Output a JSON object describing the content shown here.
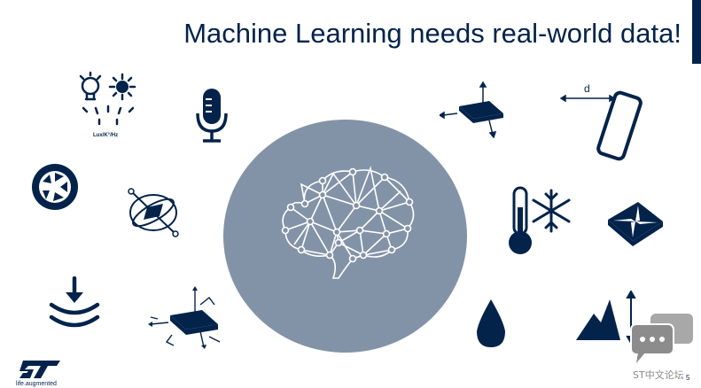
{
  "slide": {
    "title": "Machine Learning needs real-world data!",
    "lux_label": "Lux/K°/Hz",
    "distance_label": "d",
    "tagline": "life.augmented",
    "watermark": "ST中文论坛",
    "page_number": "5"
  },
  "colors": {
    "navy": "#03234b",
    "circle": "#8393a7",
    "watermark": "#8a8a8a"
  },
  "icons": [
    "light-sensor-icon",
    "microphone-icon",
    "accelerometer-icon",
    "distance-sensor-icon",
    "camera-shutter-icon",
    "gyroscope-icon",
    "thermometer-icon",
    "snowflake-icon",
    "magnetometer-icon",
    "pressure-icon",
    "multi-axis-sensor-icon",
    "water-drop-icon",
    "altitude-icon",
    "brain-network-icon",
    "st-logo",
    "chat-watermark-icon"
  ]
}
